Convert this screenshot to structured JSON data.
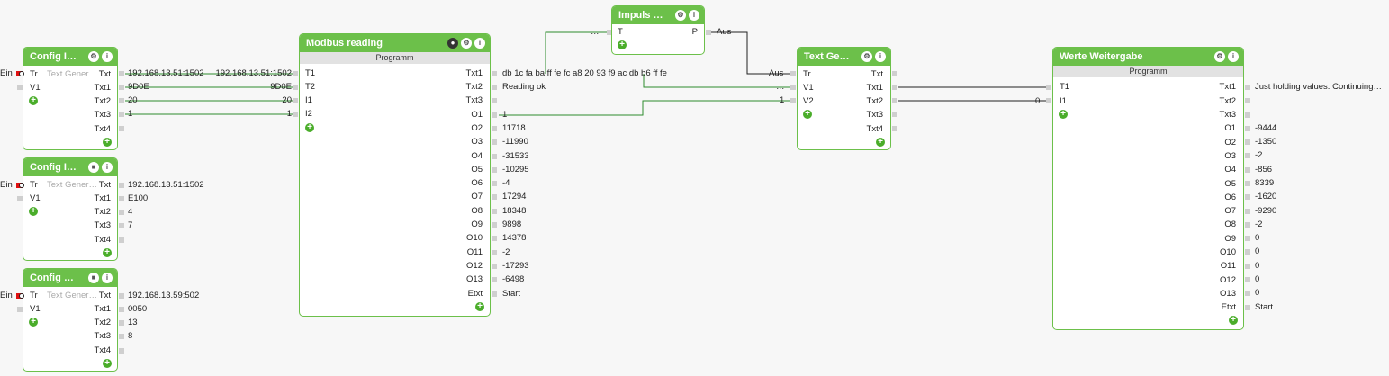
{
  "blocks": {
    "config1": {
      "title": "Config I…",
      "hint": "Text Gener…"
    },
    "config2": {
      "title": "Config I…",
      "hint": "Text Gener…"
    },
    "config3": {
      "title": "Config H…",
      "hint": "Text Gener…"
    },
    "modbus": {
      "title": "Modbus reading",
      "subtitle": "Programm"
    },
    "impuls": {
      "title": "Impuls bei"
    },
    "textgen": {
      "title": "Text  Gen…"
    },
    "werte": {
      "title": "Werte Weitergabe",
      "subtitle": "Programm"
    }
  },
  "ports": {
    "tr": "Tr",
    "v1": "V1",
    "v2": "V2",
    "t": "T",
    "p": "P",
    "txt": "Txt",
    "txt1": "Txt1",
    "txt2": "Txt2",
    "txt3": "Txt3",
    "txt4": "Txt4",
    "t1": "T1",
    "t2": "T2",
    "i1": "I1",
    "i2": "I2",
    "o1": "O1",
    "o2": "O2",
    "o3": "O3",
    "o4": "O4",
    "o5": "O5",
    "o6": "O6",
    "o7": "O7",
    "o8": "O8",
    "o9": "O9",
    "o10": "O10",
    "o11": "O11",
    "o12": "O12",
    "o13": "O13",
    "etxt": "Etxt"
  },
  "input_labels": {
    "ein": "Ein",
    "aus": "Aus",
    "dots": "…",
    "zero": "0",
    "modbus_t1": "192.168.13.51:1502",
    "modbus_t2": "9D0E",
    "modbus_i1": "20",
    "modbus_i2": "1"
  },
  "config1_values": {
    "txt": "192.168.13.51:1502",
    "txt1": "9D0E",
    "txt2": "20",
    "txt3": "1",
    "txt4": ""
  },
  "config2_values": {
    "txt": "192.168.13.51:1502",
    "txt1": "E100",
    "txt2": "4",
    "txt3": "7",
    "txt4": ""
  },
  "config3_values": {
    "txt": "192.168.13.59:502",
    "txt1": "0050",
    "txt2": "13",
    "txt3": "8",
    "txt4": ""
  },
  "modbus_values": {
    "txt1": "db 1c fa ba ff fe fc a8 20 93 f9 ac db b6 ff fe",
    "txt2": "Reading ok",
    "o1": "1",
    "o2": "11718",
    "o3": "-11990",
    "o4": "-31533",
    "o5": "-10295",
    "o6": "-4",
    "o7": "17294",
    "o8": "18348",
    "o9": "9898",
    "o10": "14378",
    "o11": "-2",
    "o12": "-17293",
    "o13": "-6498",
    "etxt": "Start"
  },
  "impuls_values": {
    "p": "Aus"
  },
  "werte_values": {
    "txt1": "Just holding values. Continuing…",
    "o1": "-9444",
    "o2": "-1350",
    "o3": "-2",
    "o4": "-856",
    "o5": "8339",
    "o6": "-1620",
    "o7": "-9290",
    "o8": "-2",
    "o9": "0",
    "o10": "0",
    "o11": "0",
    "o12": "0",
    "o13": "0",
    "etxt": "Start"
  },
  "icons": {
    "gear": "gear-icon",
    "info": "info-icon",
    "add": "add-icon",
    "trigger": "trigger-input-icon",
    "stop": "stop-icon"
  },
  "colors": {
    "accent": "#6cc04a",
    "wire": "#1f8c1f",
    "trigger": "#e01010"
  }
}
